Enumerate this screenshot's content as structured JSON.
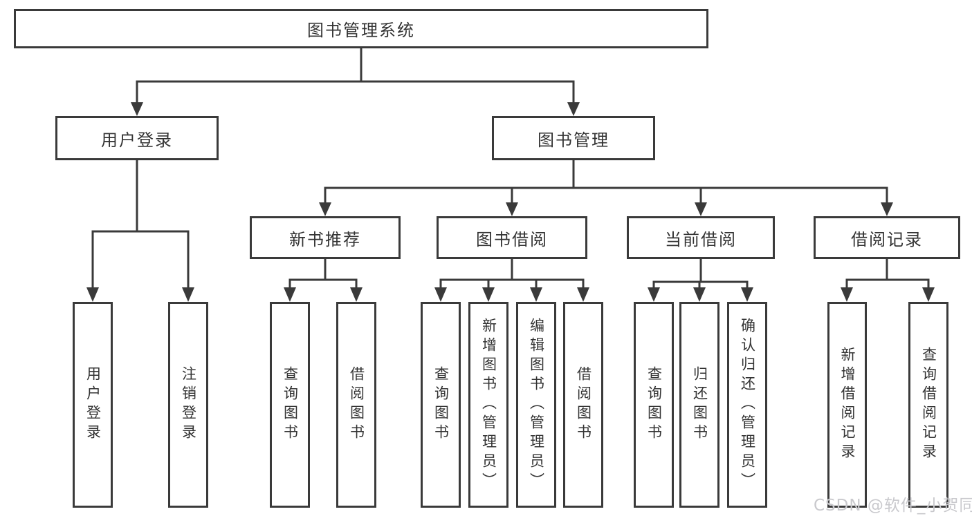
{
  "diagram": {
    "root": "图书管理系统",
    "branches": [
      {
        "label": "用户登录",
        "children": [
          "用户登录",
          "注销登录"
        ]
      },
      {
        "label": "图书管理",
        "children": [
          {
            "label": "新书推荐",
            "children": [
              "查询图书",
              "借阅图书"
            ]
          },
          {
            "label": "图书借阅",
            "children": [
              "查询图书",
              "新增图书（管理员）",
              "编辑图书（管理员）",
              "借阅图书"
            ]
          },
          {
            "label": "当前借阅",
            "children": [
              "查询图书",
              "归还图书",
              "确认归还（管理员）"
            ]
          },
          {
            "label": "借阅记录",
            "children": [
              "新增借阅记录",
              "查询借阅记录"
            ]
          }
        ]
      }
    ],
    "watermark": "CSDN @软件_小贺同学",
    "colors": {
      "line": "#3a3a3a",
      "text": "#333333",
      "box_background": "#ffffff",
      "watermark": "#c9c9cd"
    }
  }
}
